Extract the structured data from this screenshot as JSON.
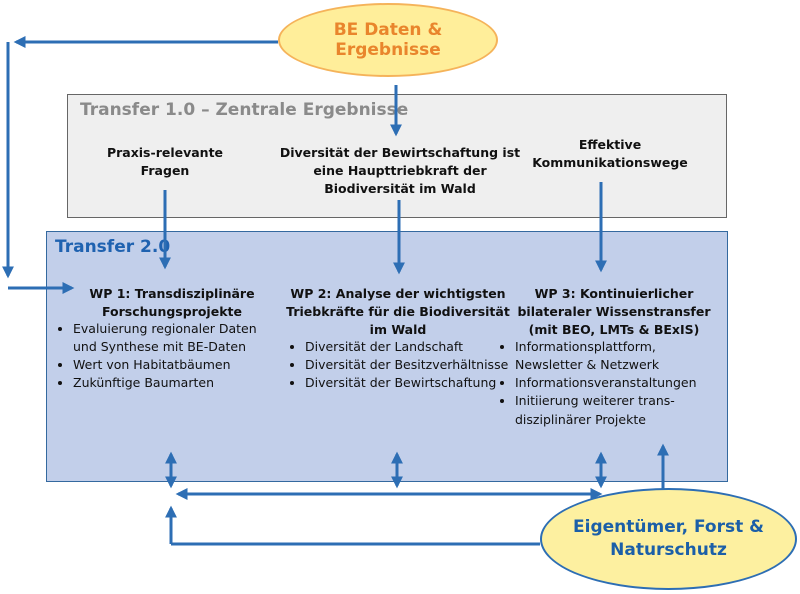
{
  "colors": {
    "arrow_blue": "#2d6eb4",
    "top_ellipse_fill": "#ffee9a",
    "top_ellipse_border": "#f5b35a",
    "top_ellipse_text": "#e9852c",
    "transfer1_fill": "#efefef",
    "transfer2_fill": "#c2cfea",
    "transfer2_title": "#1f62b0",
    "bottom_ellipse_fill": "#fdf0a0",
    "bottom_ellipse_text": "#1b5fa8"
  },
  "top_ellipse": {
    "label": "BE Daten & Ergebnisse"
  },
  "transfer1": {
    "title": "Transfer 1.0 – Zentrale Ergebnisse",
    "col1": [
      "Praxis-relevante",
      "Fragen"
    ],
    "col2": [
      "Diversität der Bewirtschaftung ist",
      "eine Haupttriebkraft der",
      "Biodiversität im Wald"
    ],
    "col3": [
      "Effektive",
      "Kommunikationswege"
    ]
  },
  "transfer2": {
    "title": "Transfer 2.0",
    "wp1": {
      "title": [
        "WP 1: Transdisziplinäre",
        "Forschungsprojekte"
      ],
      "bullets": [
        [
          "Evaluierung regionaler Daten",
          "und Synthese mit BE-Daten"
        ],
        [
          "Wert von Habitatbäumen"
        ],
        [
          "Zukünftige Baumarten"
        ]
      ]
    },
    "wp2": {
      "title": [
        "WP 2: Analyse der wichtigsten",
        "Triebkräfte für die Biodiversität",
        "im Wald"
      ],
      "bullets": [
        [
          "Diversität der Landschaft"
        ],
        [
          "Diversität der Besitzverhältnisse"
        ],
        [
          "Diversität der Bewirtschaftung"
        ]
      ]
    },
    "wp3": {
      "title": [
        "WP 3: Kontinuierlicher",
        "bilateraler Wissenstransfer",
        "(mit BEO, LMTs & BExIS)"
      ],
      "bullets": [
        [
          "Informationsplattform,",
          "Newsletter & Netzwerk"
        ],
        [
          "Informationsveranstaltungen"
        ],
        [
          "Initiierung weiterer trans-",
          "disziplinärer Projekte"
        ]
      ]
    }
  },
  "bottom_ellipse": {
    "label": [
      "Eigentümer, Forst &",
      "Naturschutz"
    ]
  }
}
